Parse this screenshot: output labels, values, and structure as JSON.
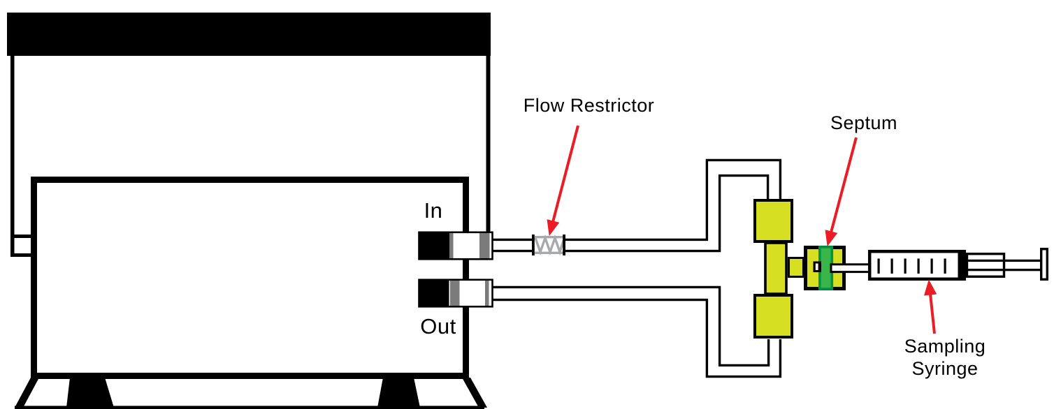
{
  "diagram": {
    "labels": {
      "in_port": "In",
      "out_port": "Out",
      "flow_restrictor": "Flow Restrictor",
      "septum": "Septum",
      "sampling_syringe_line1": "Sampling",
      "sampling_syringe_line2": "Syringe"
    },
    "colors": {
      "black": "#000000",
      "white": "#ffffff",
      "fitting_gray": "#7b7b7b",
      "restrictor_gray": "#a7a9ac",
      "manifold_yellow": "#d7df23",
      "septum_green": "#39b54a",
      "septum_green_dark": "#009444",
      "arrow_red": "#ec1c24"
    }
  }
}
